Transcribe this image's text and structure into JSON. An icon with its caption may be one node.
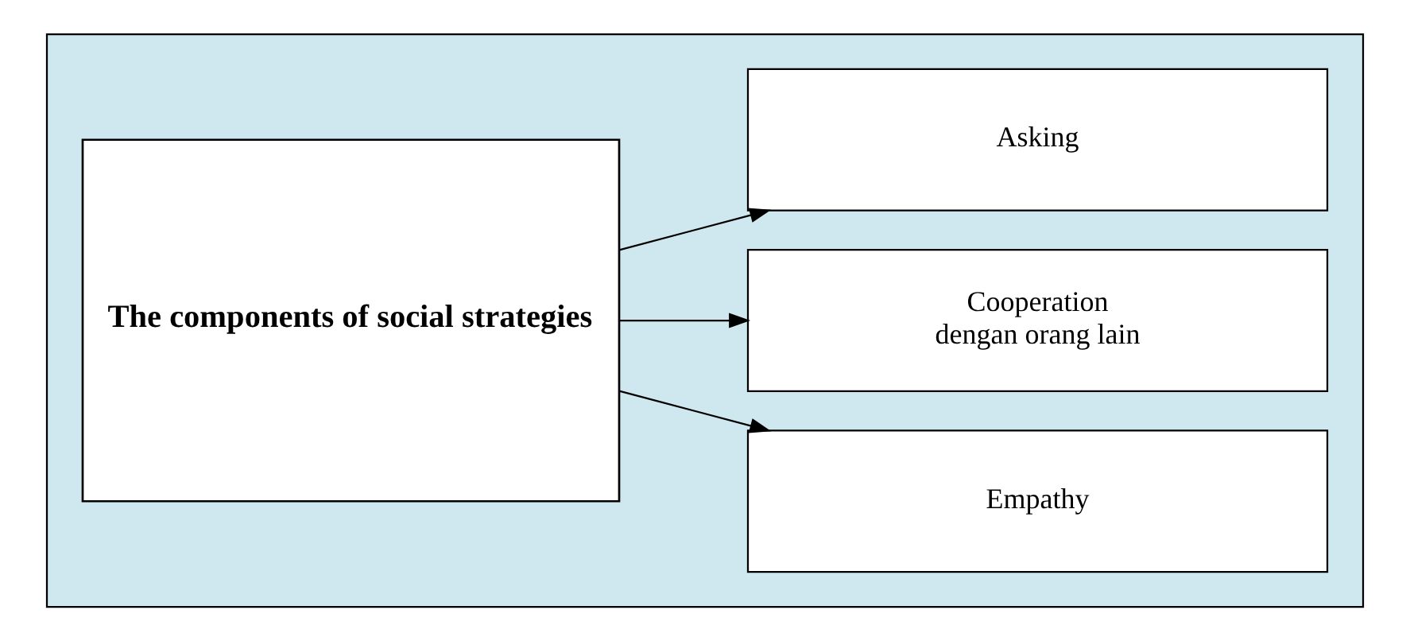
{
  "diagram": {
    "nodes": [
      {
        "text": [],
        "shape": "box"
      },
      {
        "text": [
          "The components of social strategies"
        ],
        "in": 0
      },
      {
        "text": [
          "Asking"
        ],
        "in": 0
      },
      {
        "text": [
          "Cooperation",
          "dengan orang lain"
        ],
        "in": 0
      },
      {
        "text": [
          "Empathy"
        ],
        "in": 0
      }
    ],
    "edges": [
      {
        "from": 1,
        "to": 2,
        "arrow": "to"
      },
      {
        "from": 1,
        "to": 3,
        "arrow": "to"
      },
      {
        "from": 1,
        "to": 4,
        "arrow": "to"
      }
    ]
  }
}
